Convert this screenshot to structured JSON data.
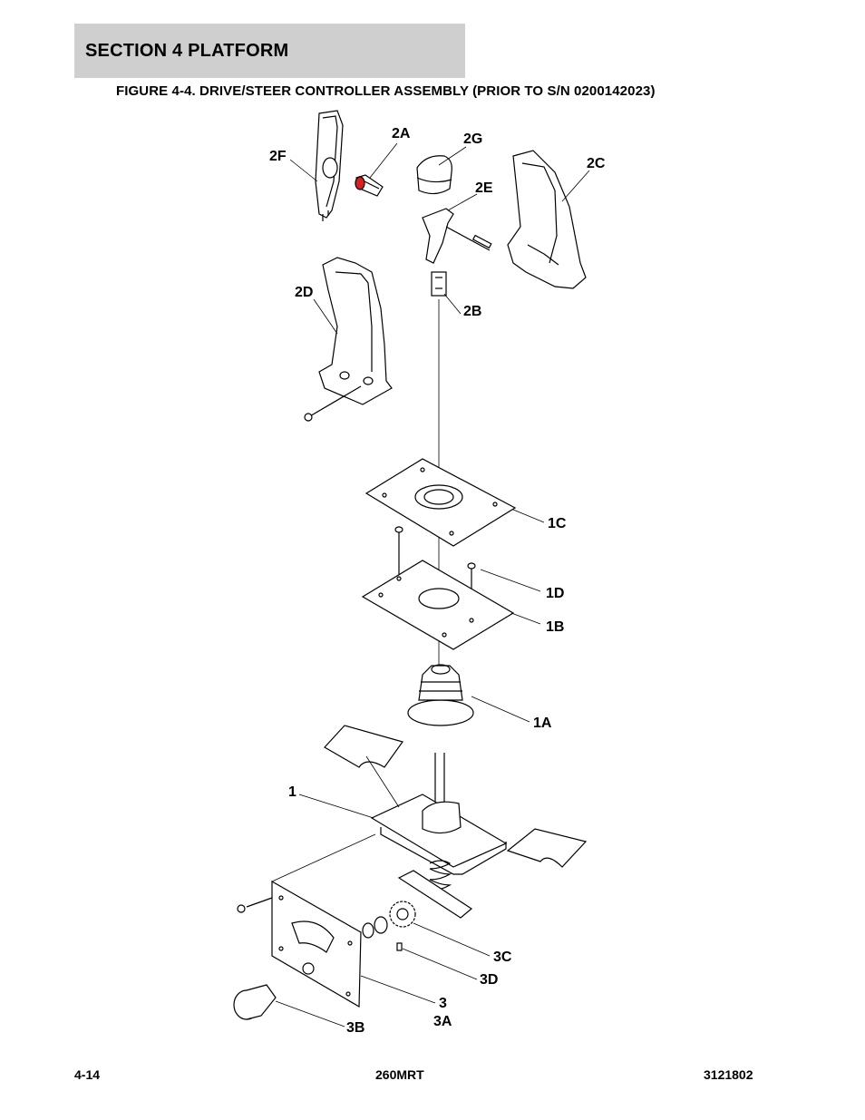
{
  "header": {
    "section": "SECTION 4   PLATFORM"
  },
  "figure": {
    "title": "FIGURE 4-4. DRIVE/STEER CONTROLLER ASSEMBLY (PRIOR TO S/N 0200142023)"
  },
  "callouts": {
    "c2F": "2F",
    "c2A": "2A",
    "c2G": "2G",
    "c2C": "2C",
    "c2E": "2E",
    "c2D": "2D",
    "c2B": "2B",
    "c1C": "1C",
    "c1D": "1D",
    "c1B": "1B",
    "c1A": "1A",
    "c1": "1",
    "c3C": "3C",
    "c3D": "3D",
    "c3": "3",
    "c3A": "3A",
    "c3B": "3B"
  },
  "footer": {
    "page": "4-14",
    "model": "260MRT",
    "doc_number": "3121802"
  },
  "colors": {
    "header_bg": "#cfcfcf",
    "accent_red": "#d82020"
  }
}
